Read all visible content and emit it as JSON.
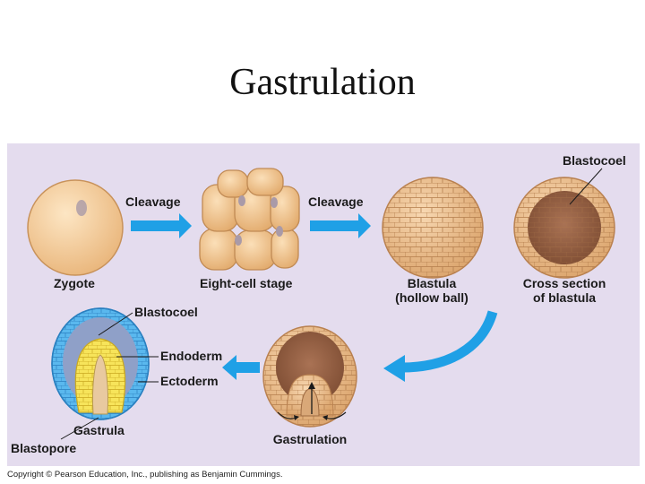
{
  "title": "Gastrulation",
  "labels": {
    "cleavage_1": "Cleavage",
    "cleavage_2": "Cleavage",
    "zygote": "Zygote",
    "eight_cell": "Eight-cell stage",
    "blastula_1": "Blastula",
    "blastula_2": "(hollow ball)",
    "blastocoel_top": "Blastocoel",
    "cross_1": "Cross section",
    "cross_2": "of blastula",
    "blastocoel_gastrula": "Blastocoel",
    "endoderm": "Endoderm",
    "ectoderm": "Ectoderm",
    "gastrula": "Gastrula",
    "blastopore": "Blastopore",
    "gastrulation": "Gastrulation"
  },
  "colors": {
    "panel_bg": "#e4dcee",
    "arrow_blue": "#1fa0e6",
    "egg": "#f6cf9c",
    "ectoderm_blue": "#5ab8ee",
    "endoderm_yellow": "#f7e45a"
  },
  "copyright": "Copyright © Pearson Education, Inc., publishing as Benjamin Cummings."
}
